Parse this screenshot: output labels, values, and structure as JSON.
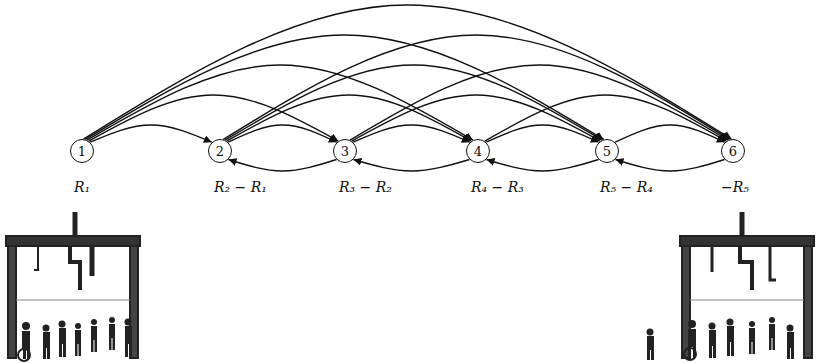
{
  "diagram": {
    "nodes": [
      {
        "text": [
          "1"
        ]
      },
      {
        "text": [
          "2"
        ]
      },
      {
        "text": [
          "3"
        ]
      },
      {
        "text": [
          "4"
        ]
      },
      {
        "text": [
          "5"
        ]
      },
      {
        "text": [
          "6"
        ]
      }
    ],
    "edges": [
      {
        "from": 0,
        "to": 1,
        "arrow": "to"
      },
      {
        "from": 0,
        "to": 2,
        "arrow": "to"
      },
      {
        "from": 0,
        "to": 3,
        "arrow": "to"
      },
      {
        "from": 0,
        "to": 4,
        "arrow": "to"
      },
      {
        "from": 0,
        "to": 5,
        "arrow": "to"
      },
      {
        "from": 1,
        "to": 2,
        "arrow": "to"
      },
      {
        "from": 1,
        "to": 3,
        "arrow": "to"
      },
      {
        "from": 1,
        "to": 4,
        "arrow": "to"
      },
      {
        "from": 1,
        "to": 5,
        "arrow": "to"
      },
      {
        "from": 2,
        "to": 3,
        "arrow": "to"
      },
      {
        "from": 2,
        "to": 4,
        "arrow": "to"
      },
      {
        "from": 2,
        "to": 5,
        "arrow": "to"
      },
      {
        "from": 3,
        "to": 4,
        "arrow": "to"
      },
      {
        "from": 3,
        "to": 5,
        "arrow": "to"
      },
      {
        "from": 4,
        "to": 5,
        "arrow": "to"
      },
      {
        "from": 2,
        "to": 1,
        "arrow": "to"
      },
      {
        "from": 3,
        "to": 2,
        "arrow": "to"
      },
      {
        "from": 4,
        "to": 3,
        "arrow": "to"
      },
      {
        "from": 5,
        "to": 4,
        "arrow": "to"
      }
    ],
    "labels": [
      "R₁",
      "R₂ − R₁",
      "R₃ − R₂",
      "R₄ − R₃",
      "R₅ − R₄",
      "−R₅"
    ]
  }
}
